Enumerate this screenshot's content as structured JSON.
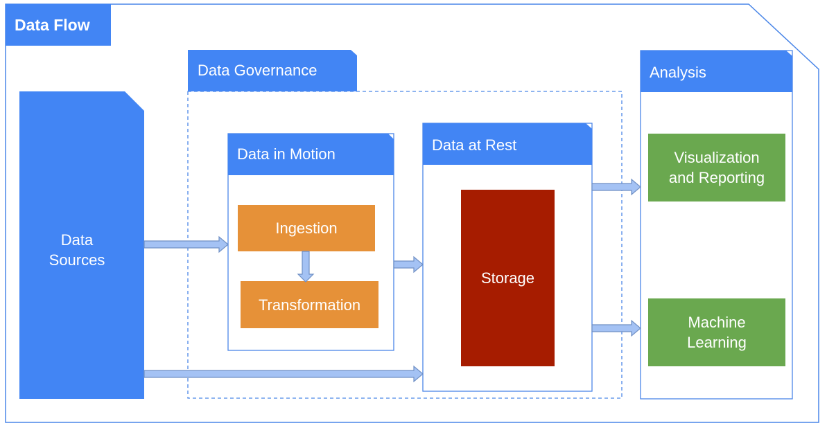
{
  "title": "Data Flow",
  "sources": "Data\nSources",
  "governance": "Data Governance",
  "motion": {
    "header": "Data in Motion",
    "ingestion": "Ingestion",
    "transformation": "Transformation"
  },
  "rest": {
    "header": "Data at Rest",
    "storage": "Storage"
  },
  "analysis": {
    "header": "Analysis",
    "viz": "Visualization\nand Reporting",
    "ml": "Machine\nLearning"
  },
  "colors": {
    "blue": "#4285f4",
    "outline": "#4a86e8",
    "orange": "#e69138",
    "red": "#a61c00",
    "green": "#6aa84f",
    "arrow_fill": "#a4c2f4",
    "arrow_stroke": "#6f8fc4"
  }
}
